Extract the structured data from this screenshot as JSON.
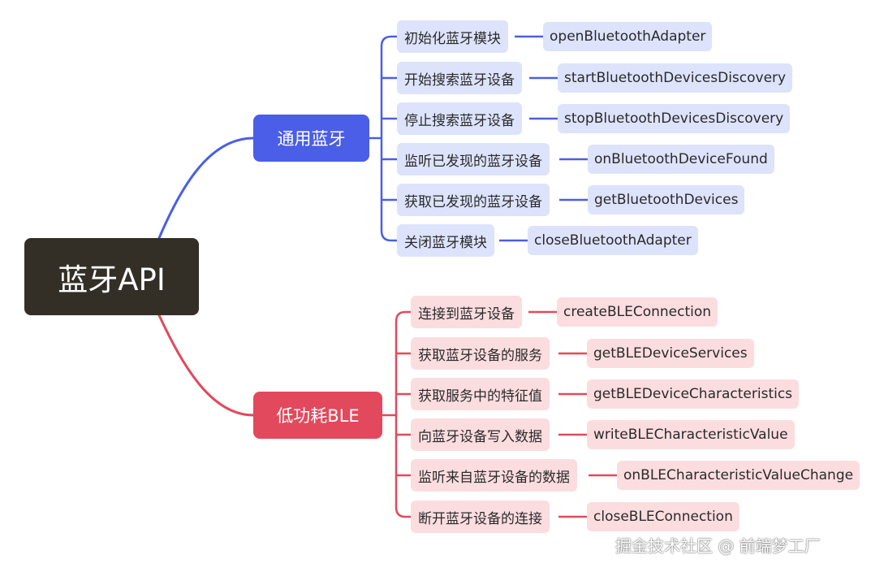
{
  "root": {
    "label": "蓝牙API"
  },
  "branches": [
    {
      "label": "通用蓝牙",
      "color": "#4a5ee8",
      "items": [
        {
          "label": "初始化蓝牙模块",
          "api": "openBluetoothAdapter"
        },
        {
          "label": "开始搜索蓝牙设备",
          "api": "startBluetoothDevicesDiscovery"
        },
        {
          "label": "停止搜索蓝牙设备",
          "api": "stopBluetoothDevicesDiscovery"
        },
        {
          "label": "监听已发现的蓝牙设备",
          "api": "onBluetoothDeviceFound"
        },
        {
          "label": "获取已发现的蓝牙设备",
          "api": "getBluetoothDevices"
        },
        {
          "label": "关闭蓝牙模块",
          "api": "closeBluetoothAdapter"
        }
      ]
    },
    {
      "label": "低功耗BLE",
      "color": "#e2495c",
      "items": [
        {
          "label": "连接到蓝牙设备",
          "api": "createBLEConnection"
        },
        {
          "label": "获取蓝牙设备的服务",
          "api": "getBLEDeviceServices"
        },
        {
          "label": "获取服务中的特征值",
          "api": "getBLEDeviceCharacteristics"
        },
        {
          "label": "向蓝牙设备写入数据",
          "api": "writeBLECharacteristicValue"
        },
        {
          "label": "监听来自蓝牙设备的数据",
          "api": "onBLECharacteristicValueChange"
        },
        {
          "label": "断开蓝牙设备的连接",
          "api": "closeBLEConnection"
        }
      ]
    }
  ],
  "watermark": "掘金技术社区 @ 前端梦工厂"
}
